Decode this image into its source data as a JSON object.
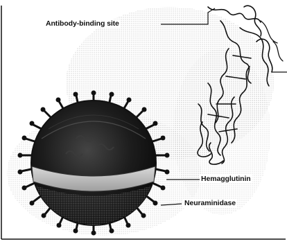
{
  "labels": {
    "antibody_binding_site": "Antibody-binding site",
    "hemagglutinin": "Hemagglutinin",
    "neuraminidase": "Neuraminidase"
  },
  "colors": {
    "ink": "#111111",
    "virus_dark": "#1a1a1a",
    "virus_band": "#bdbdbd",
    "halftone": "#9a9a9a"
  }
}
